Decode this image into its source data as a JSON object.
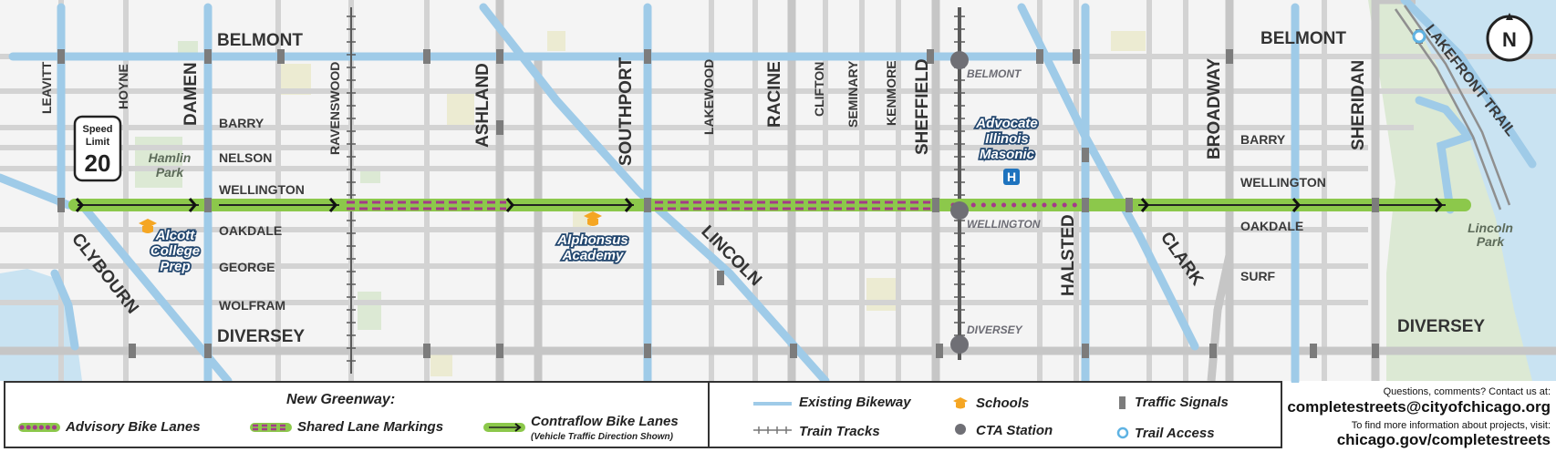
{
  "streets": {
    "ew_major": [
      "BELMONT",
      "DIVERSEY",
      "BELMONT",
      "DIVERSEY"
    ],
    "ew_minor_west": [
      "BARRY",
      "NELSON",
      "WELLINGTON",
      "OAKDALE",
      "GEORGE",
      "WOLFRAM"
    ],
    "ew_minor_east": [
      "BARRY",
      "WELLINGTON",
      "OAKDALE",
      "SURF"
    ],
    "ns": [
      "LEAVITT",
      "HOYNE",
      "DAMEN",
      "RAVENSWOOD",
      "ASHLAND",
      "SOUTHPORT",
      "LAKEWOOD",
      "RACINE",
      "CLIFTON",
      "SEMINARY",
      "KENMORE",
      "SHEFFIELD",
      "HALSTED",
      "BROADWAY",
      "SHERIDAN"
    ],
    "diagonal": [
      "CLYBOURN",
      "LINCOLN",
      "CLARK"
    ],
    "trail": "LAKEFRONT TRAIL"
  },
  "stations": [
    "BELMONT",
    "WELLINGTON",
    "DIVERSEY"
  ],
  "places": {
    "hamlin_park": [
      "Hamlin",
      "Park"
    ],
    "lincoln_park": [
      "Lincoln",
      "Park"
    ],
    "alcott": [
      "Alcott",
      "College",
      "Prep"
    ],
    "alphonsus": [
      "Alphonsus",
      "Academy"
    ],
    "advocate": [
      "Advocate",
      "Illinois",
      "Masonic"
    ],
    "hospital_symbol": "H"
  },
  "speed_limit": {
    "line1": "Speed",
    "line2": "Limit",
    "value": "20"
  },
  "north_symbol": "N",
  "legend": {
    "title": "New Greenway:",
    "advisory": "Advisory Bike Lanes",
    "shared": "Shared Lane Markings",
    "contraflow": "Contraflow Bike Lanes",
    "contraflow_note": "(Vehicle Traffic Direction Shown)",
    "existing": "Existing Bikeway",
    "train": "Train Tracks",
    "schools": "Schools",
    "cta": "CTA Station",
    "signals": "Traffic Signals",
    "trail_access": "Trail Access"
  },
  "contact": {
    "q": "Questions, comments? Contact us at:",
    "email": "completestreets@cityofchicago.org",
    "info": "To find more information about projects, visit:",
    "url": "chicago.gov/completestreets"
  },
  "colors": {
    "bikeway": "#9fcbe8",
    "street": "#d3d3d3",
    "greenway": "#8cc84b",
    "marking": "#a43a8a",
    "signal": "#7c7c7c",
    "school": "#f5a623",
    "hospital": "#1e73be",
    "park": "#dce9d4",
    "water": "#c9e3f2"
  }
}
